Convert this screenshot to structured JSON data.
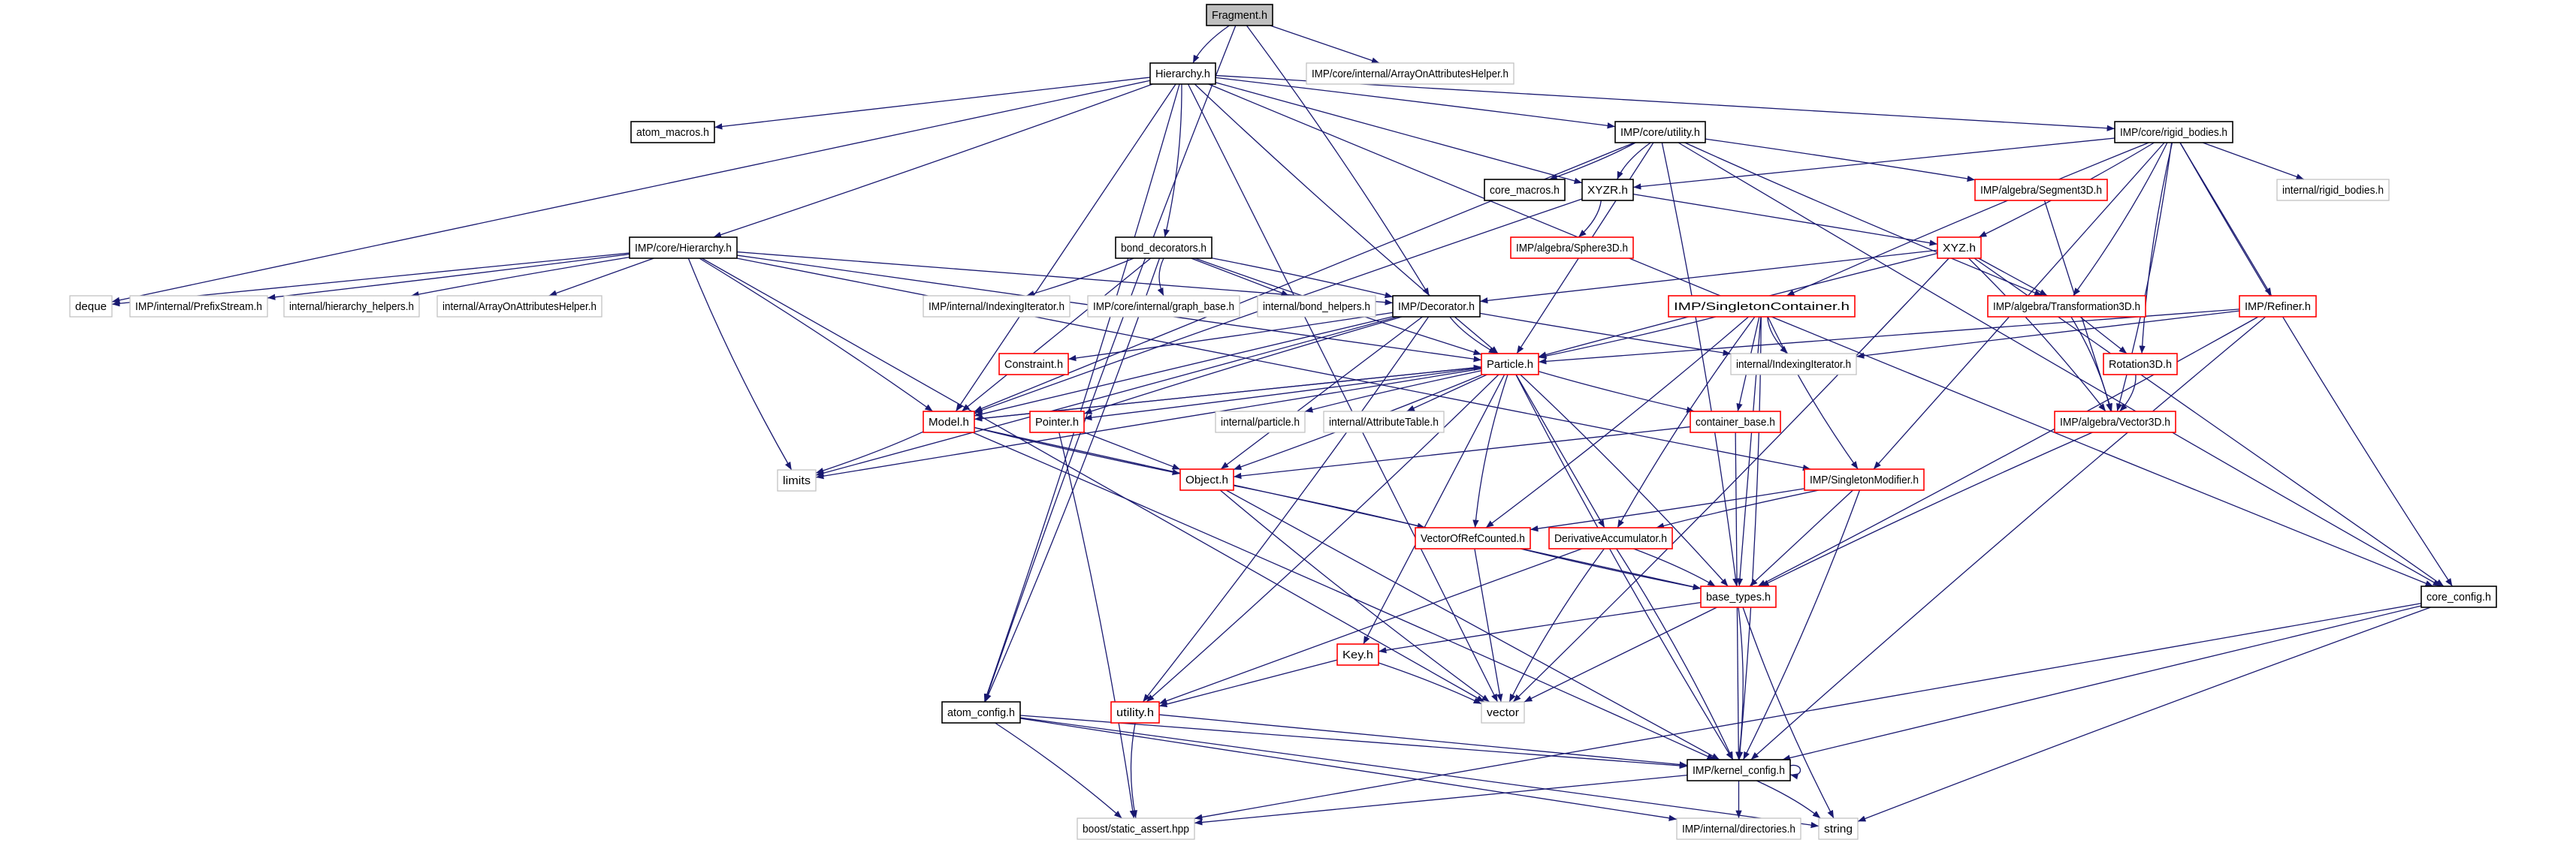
{
  "title": "Fragment.h",
  "colors": {
    "edge": "#191970",
    "root_fill": "#bfbfbf",
    "documented_border": "#000000",
    "truncated_border": "#ff0000",
    "undocumented_border": "#bfbfbf"
  },
  "nodes": [
    {
      "id": "fragment",
      "label": "Fragment.h",
      "kind": "root"
    },
    {
      "id": "hierarchy",
      "label": "Hierarchy.h",
      "kind": "documented"
    },
    {
      "id": "core_int_aoah",
      "label": "IMP/core/internal/ArrayOnAttributesHelper.h",
      "kind": "undocumented"
    },
    {
      "id": "atom_macros",
      "label": "atom_macros.h",
      "kind": "documented"
    },
    {
      "id": "core_hierarchy",
      "label": "IMP/core/Hierarchy.h",
      "kind": "documented"
    },
    {
      "id": "core_utility",
      "label": "IMP/core/utility.h",
      "kind": "documented"
    },
    {
      "id": "rigid_bodies",
      "label": "IMP/core/rigid_bodies.h",
      "kind": "documented"
    },
    {
      "id": "core_macros",
      "label": "core_macros.h",
      "kind": "documented"
    },
    {
      "id": "xyzr",
      "label": "XYZR.h",
      "kind": "documented"
    },
    {
      "id": "segment3d",
      "label": "IMP/algebra/Segment3D.h",
      "kind": "truncated"
    },
    {
      "id": "int_rigid_bodies",
      "label": "internal/rigid_bodies.h",
      "kind": "undocumented"
    },
    {
      "id": "sphere3d",
      "label": "IMP/algebra/Sphere3D.h",
      "kind": "truncated"
    },
    {
      "id": "bond_decorators",
      "label": "bond_decorators.h",
      "kind": "documented"
    },
    {
      "id": "xyz",
      "label": "XYZ.h",
      "kind": "truncated"
    },
    {
      "id": "deque",
      "label": "deque",
      "kind": "undocumented"
    },
    {
      "id": "prefix_stream",
      "label": "IMP/internal/PrefixStream.h",
      "kind": "undocumented"
    },
    {
      "id": "hier_helpers",
      "label": "internal/hierarchy_helpers.h",
      "kind": "undocumented"
    },
    {
      "id": "int_aoah",
      "label": "internal/ArrayOnAttributesHelper.h",
      "kind": "undocumented"
    },
    {
      "id": "imp_int_indexing",
      "label": "IMP/internal/IndexingIterator.h",
      "kind": "undocumented"
    },
    {
      "id": "graph_base",
      "label": "IMP/core/internal/graph_base.h",
      "kind": "undocumented"
    },
    {
      "id": "bond_helpers",
      "label": "internal/bond_helpers.h",
      "kind": "undocumented"
    },
    {
      "id": "decorator",
      "label": "IMP/Decorator.h",
      "kind": "documented"
    },
    {
      "id": "singleton_container",
      "label": "IMP/SingletonContainer.h",
      "kind": "truncated"
    },
    {
      "id": "transformation3d",
      "label": "IMP/algebra/Transformation3D.h",
      "kind": "truncated"
    },
    {
      "id": "refiner",
      "label": "IMP/Refiner.h",
      "kind": "truncated"
    },
    {
      "id": "constraint",
      "label": "Constraint.h",
      "kind": "truncated"
    },
    {
      "id": "particle",
      "label": "Particle.h",
      "kind": "truncated"
    },
    {
      "id": "int_indexing",
      "label": "internal/IndexingIterator.h",
      "kind": "undocumented"
    },
    {
      "id": "rotation3d",
      "label": "Rotation3D.h",
      "kind": "truncated"
    },
    {
      "id": "model",
      "label": "Model.h",
      "kind": "truncated"
    },
    {
      "id": "pointer",
      "label": "Pointer.h",
      "kind": "truncated"
    },
    {
      "id": "int_particle",
      "label": "internal/particle.h",
      "kind": "undocumented"
    },
    {
      "id": "attribute_table",
      "label": "internal/AttributeTable.h",
      "kind": "undocumented"
    },
    {
      "id": "container_base",
      "label": "container_base.h",
      "kind": "truncated"
    },
    {
      "id": "vector3d",
      "label": "IMP/algebra/Vector3D.h",
      "kind": "truncated"
    },
    {
      "id": "limits",
      "label": "limits",
      "kind": "undocumented"
    },
    {
      "id": "object",
      "label": "Object.h",
      "kind": "truncated"
    },
    {
      "id": "singleton_modifier",
      "label": "IMP/SingletonModifier.h",
      "kind": "truncated"
    },
    {
      "id": "vector_of_ref",
      "label": "VectorOfRefCounted.h",
      "kind": "truncated"
    },
    {
      "id": "deriv_acc",
      "label": "DerivativeAccumulator.h",
      "kind": "truncated"
    },
    {
      "id": "base_types",
      "label": "base_types.h",
      "kind": "truncated"
    },
    {
      "id": "core_config",
      "label": "core_config.h",
      "kind": "documented"
    },
    {
      "id": "key",
      "label": "Key.h",
      "kind": "truncated"
    },
    {
      "id": "atom_config",
      "label": "atom_config.h",
      "kind": "documented"
    },
    {
      "id": "utility",
      "label": "utility.h",
      "kind": "truncated"
    },
    {
      "id": "vector",
      "label": "vector",
      "kind": "undocumented"
    },
    {
      "id": "kernel_config",
      "label": "IMP/kernel_config.h",
      "kind": "documented"
    },
    {
      "id": "static_assert",
      "label": "boost/static_assert.hpp",
      "kind": "undocumented"
    },
    {
      "id": "directories",
      "label": "IMP/internal/directories.h",
      "kind": "undocumented"
    },
    {
      "id": "string",
      "label": "string",
      "kind": "undocumented"
    }
  ],
  "edges": [
    [
      "fragment",
      "hierarchy"
    ],
    [
      "fragment",
      "core_int_aoah"
    ],
    [
      "fragment",
      "decorator"
    ],
    [
      "fragment",
      "atom_config"
    ],
    [
      "hierarchy",
      "atom_macros"
    ],
    [
      "hierarchy",
      "core_hierarchy"
    ],
    [
      "hierarchy",
      "deque"
    ],
    [
      "hierarchy",
      "model"
    ],
    [
      "hierarchy",
      "bond_decorators"
    ],
    [
      "hierarchy",
      "particle"
    ],
    [
      "hierarchy",
      "xyzr"
    ],
    [
      "hierarchy",
      "core_utility"
    ],
    [
      "hierarchy",
      "rigid_bodies"
    ],
    [
      "hierarchy",
      "vector"
    ],
    [
      "hierarchy",
      "atom_config"
    ],
    [
      "hierarchy",
      "core_config"
    ],
    [
      "core_hierarchy",
      "deque"
    ],
    [
      "core_hierarchy",
      "prefix_stream"
    ],
    [
      "core_hierarchy",
      "hier_helpers"
    ],
    [
      "core_hierarchy",
      "int_aoah"
    ],
    [
      "core_hierarchy",
      "model"
    ],
    [
      "core_hierarchy",
      "limits"
    ],
    [
      "core_hierarchy",
      "vector"
    ],
    [
      "core_hierarchy",
      "decorator"
    ],
    [
      "core_hierarchy",
      "particle"
    ],
    [
      "core_hierarchy",
      "singleton_modifier"
    ],
    [
      "core_utility",
      "core_macros"
    ],
    [
      "core_utility",
      "xyzr"
    ],
    [
      "core_utility",
      "model"
    ],
    [
      "core_utility",
      "segment3d"
    ],
    [
      "core_utility",
      "transformation3d"
    ],
    [
      "core_utility",
      "particle"
    ],
    [
      "core_utility",
      "base_types"
    ],
    [
      "core_utility",
      "core_config"
    ],
    [
      "xyzr",
      "xyz"
    ],
    [
      "xyzr",
      "sphere3d"
    ],
    [
      "xyzr",
      "model"
    ],
    [
      "rigid_bodies",
      "xyzr"
    ],
    [
      "rigid_bodies",
      "xyz"
    ],
    [
      "rigid_bodies",
      "singleton_container"
    ],
    [
      "rigid_bodies",
      "int_rigid_bodies"
    ],
    [
      "rigid_bodies",
      "transformation3d"
    ],
    [
      "rigid_bodies",
      "rotation3d"
    ],
    [
      "rigid_bodies",
      "refiner"
    ],
    [
      "rigid_bodies",
      "vector3d"
    ],
    [
      "rigid_bodies",
      "core_config"
    ],
    [
      "rigid_bodies",
      "singleton_modifier"
    ],
    [
      "bond_decorators",
      "imp_int_indexing"
    ],
    [
      "bond_decorators",
      "graph_base"
    ],
    [
      "bond_decorators",
      "bond_helpers"
    ],
    [
      "bond_decorators",
      "decorator"
    ],
    [
      "bond_decorators",
      "particle"
    ],
    [
      "bond_decorators",
      "model"
    ],
    [
      "bond_decorators",
      "atom_config"
    ],
    [
      "xyz",
      "decorator"
    ],
    [
      "xyz",
      "transformation3d"
    ],
    [
      "xyz",
      "vector3d"
    ],
    [
      "xyz",
      "particle"
    ],
    [
      "xyz",
      "core_config"
    ],
    [
      "xyz",
      "vector"
    ],
    [
      "decorator",
      "particle"
    ],
    [
      "decorator",
      "model"
    ],
    [
      "decorator",
      "constraint"
    ],
    [
      "decorator",
      "pointer"
    ],
    [
      "decorator",
      "object"
    ],
    [
      "decorator",
      "utility"
    ],
    [
      "decorator",
      "int_indexing"
    ],
    [
      "decorator",
      "limits"
    ],
    [
      "singleton_container",
      "particle"
    ],
    [
      "singleton_container",
      "int_indexing"
    ],
    [
      "singleton_container",
      "container_base"
    ],
    [
      "singleton_container",
      "vector_of_ref"
    ],
    [
      "singleton_container",
      "deriv_acc"
    ],
    [
      "singleton_container",
      "base_types"
    ],
    [
      "singleton_container",
      "kernel_config"
    ],
    [
      "singleton_container",
      "singleton_modifier"
    ],
    [
      "transformation3d",
      "rotation3d"
    ],
    [
      "transformation3d",
      "vector3d"
    ],
    [
      "refiner",
      "particle"
    ],
    [
      "refiner",
      "int_indexing"
    ],
    [
      "refiner",
      "base_types"
    ],
    [
      "refiner",
      "kernel_config"
    ],
    [
      "segment3d",
      "vector3d"
    ],
    [
      "rotation3d",
      "vector3d"
    ],
    [
      "vector3d",
      "base_types"
    ],
    [
      "particle",
      "model"
    ],
    [
      "particle",
      "pointer"
    ],
    [
      "particle",
      "int_particle"
    ],
    [
      "particle",
      "attribute_table"
    ],
    [
      "particle",
      "object"
    ],
    [
      "particle",
      "vector_of_ref"
    ],
    [
      "particle",
      "deriv_acc"
    ],
    [
      "particle",
      "base_types"
    ],
    [
      "particle",
      "container_base"
    ],
    [
      "particle",
      "key"
    ],
    [
      "particle",
      "utility"
    ],
    [
      "particle",
      "kernel_config"
    ],
    [
      "particle",
      "limits"
    ],
    [
      "model",
      "limits"
    ],
    [
      "model",
      "object"
    ],
    [
      "model",
      "base_types"
    ],
    [
      "model",
      "kernel_config"
    ],
    [
      "model",
      "particle"
    ],
    [
      "pointer",
      "object"
    ],
    [
      "pointer",
      "static_assert"
    ],
    [
      "container_base",
      "object"
    ],
    [
      "container_base",
      "kernel_config"
    ],
    [
      "object",
      "vector_of_ref"
    ],
    [
      "object",
      "vector"
    ],
    [
      "object",
      "kernel_config"
    ],
    [
      "singleton_modifier",
      "vector_of_ref"
    ],
    [
      "singleton_modifier",
      "deriv_acc"
    ],
    [
      "singleton_modifier",
      "base_types"
    ],
    [
      "singleton_modifier",
      "kernel_config"
    ],
    [
      "vector_of_ref",
      "base_types"
    ],
    [
      "vector_of_ref",
      "vector"
    ],
    [
      "deriv_acc",
      "base_types"
    ],
    [
      "deriv_acc",
      "vector"
    ],
    [
      "deriv_acc",
      "utility"
    ],
    [
      "deriv_acc",
      "kernel_config"
    ],
    [
      "base_types",
      "key"
    ],
    [
      "base_types",
      "vector"
    ],
    [
      "base_types",
      "kernel_config"
    ],
    [
      "base_types",
      "string"
    ],
    [
      "key",
      "utility"
    ],
    [
      "key",
      "vector"
    ],
    [
      "utility",
      "static_assert"
    ],
    [
      "utility",
      "kernel_config"
    ],
    [
      "atom_config",
      "static_assert"
    ],
    [
      "atom_config",
      "kernel_config"
    ],
    [
      "atom_config",
      "directories"
    ],
    [
      "atom_config",
      "string"
    ],
    [
      "kernel_config",
      "static_assert"
    ],
    [
      "kernel_config",
      "directories"
    ],
    [
      "kernel_config",
      "string"
    ],
    [
      "kernel_config",
      "kernel_config"
    ],
    [
      "core_config",
      "kernel_config"
    ],
    [
      "core_config",
      "static_assert"
    ],
    [
      "core_config",
      "string"
    ]
  ]
}
